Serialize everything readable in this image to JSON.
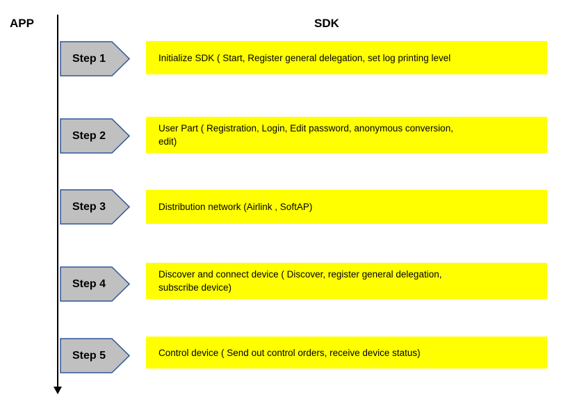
{
  "diagram": {
    "app_label": "APP",
    "sdk_label": "SDK",
    "steps": [
      {
        "label": "Step 1",
        "text": "Initialize SDK ( Start, Register general delegation, set log printing level"
      },
      {
        "label": "Step 2",
        "text": "User Part ( Registration, Login, Edit password, anonymous conversion,\nedit)"
      },
      {
        "label": "Step 3",
        "text": "Distribution network (Airlink , SoftAP)"
      },
      {
        "label": "Step 4",
        "text": "Discover and connect device ( Discover, register general delegation,\nsubscribe device)"
      },
      {
        "label": "Step 5",
        "text": "Control device ( Send out control orders, receive device status)"
      }
    ],
    "colors": {
      "description_box_fill": "#FFFF00",
      "step_shape_fill": "#C0C0C0",
      "step_shape_border": "#2F5597",
      "timeline_line": "#000000",
      "text": "#000000"
    }
  }
}
